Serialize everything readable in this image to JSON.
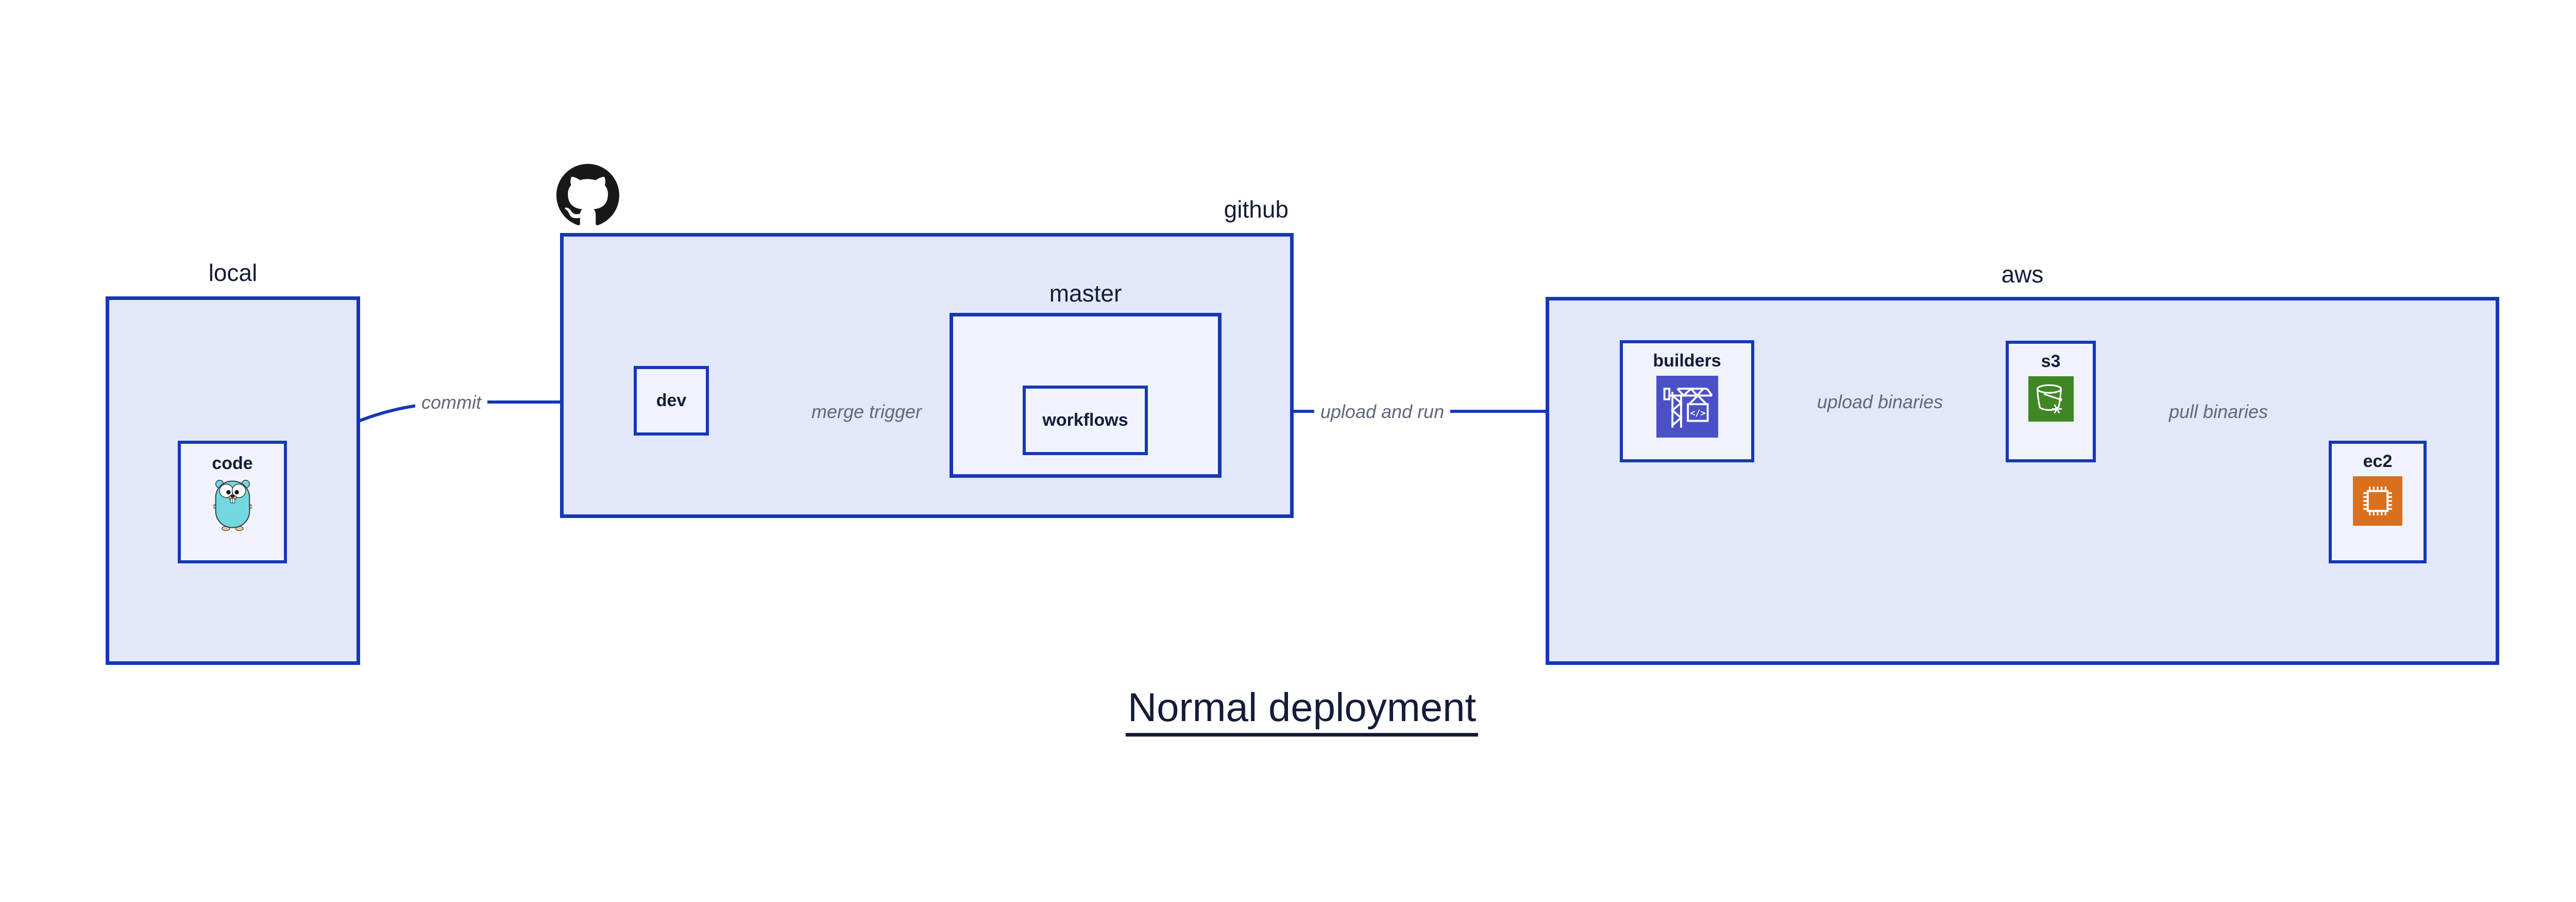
{
  "title": "Normal deployment",
  "groups": {
    "local": {
      "label": "local"
    },
    "github": {
      "label": "github"
    },
    "master": {
      "label": "master"
    },
    "aws": {
      "label": "aws"
    }
  },
  "nodes": {
    "code": {
      "label": "code",
      "icon": "go-gopher-icon"
    },
    "dev": {
      "label": "dev"
    },
    "workflows": {
      "label": "workflows"
    },
    "builders": {
      "label": "builders",
      "icon": "codebuild-crane-icon",
      "icon_glyph": "</>"
    },
    "s3": {
      "label": "s3",
      "icon": "s3-bucket-icon"
    },
    "ec2": {
      "label": "ec2",
      "icon": "ec2-chip-icon"
    }
  },
  "edges": {
    "commit": {
      "label": "commit"
    },
    "merge_trigger": {
      "label": "merge trigger"
    },
    "upload_and_run": {
      "label": "upload and run"
    },
    "upload_binaries": {
      "label": "upload binaries"
    },
    "pull_binaries": {
      "label": "pull binaries"
    }
  },
  "logo": {
    "name": "github-octocat"
  },
  "colors": {
    "border_blue": "#1538b4",
    "group_fill": "#e2e8f9",
    "node_fill": "#f0f3fc",
    "text_navy": "#141c38",
    "edge_label_gray": "#5f677b",
    "gopher_teal": "#73d7e0",
    "builders_icon_bg": "#4a51c7",
    "s3_icon_bg": "#3f8624",
    "ec2_icon_bg": "#d9701d",
    "github_logo_black": "#191717"
  }
}
